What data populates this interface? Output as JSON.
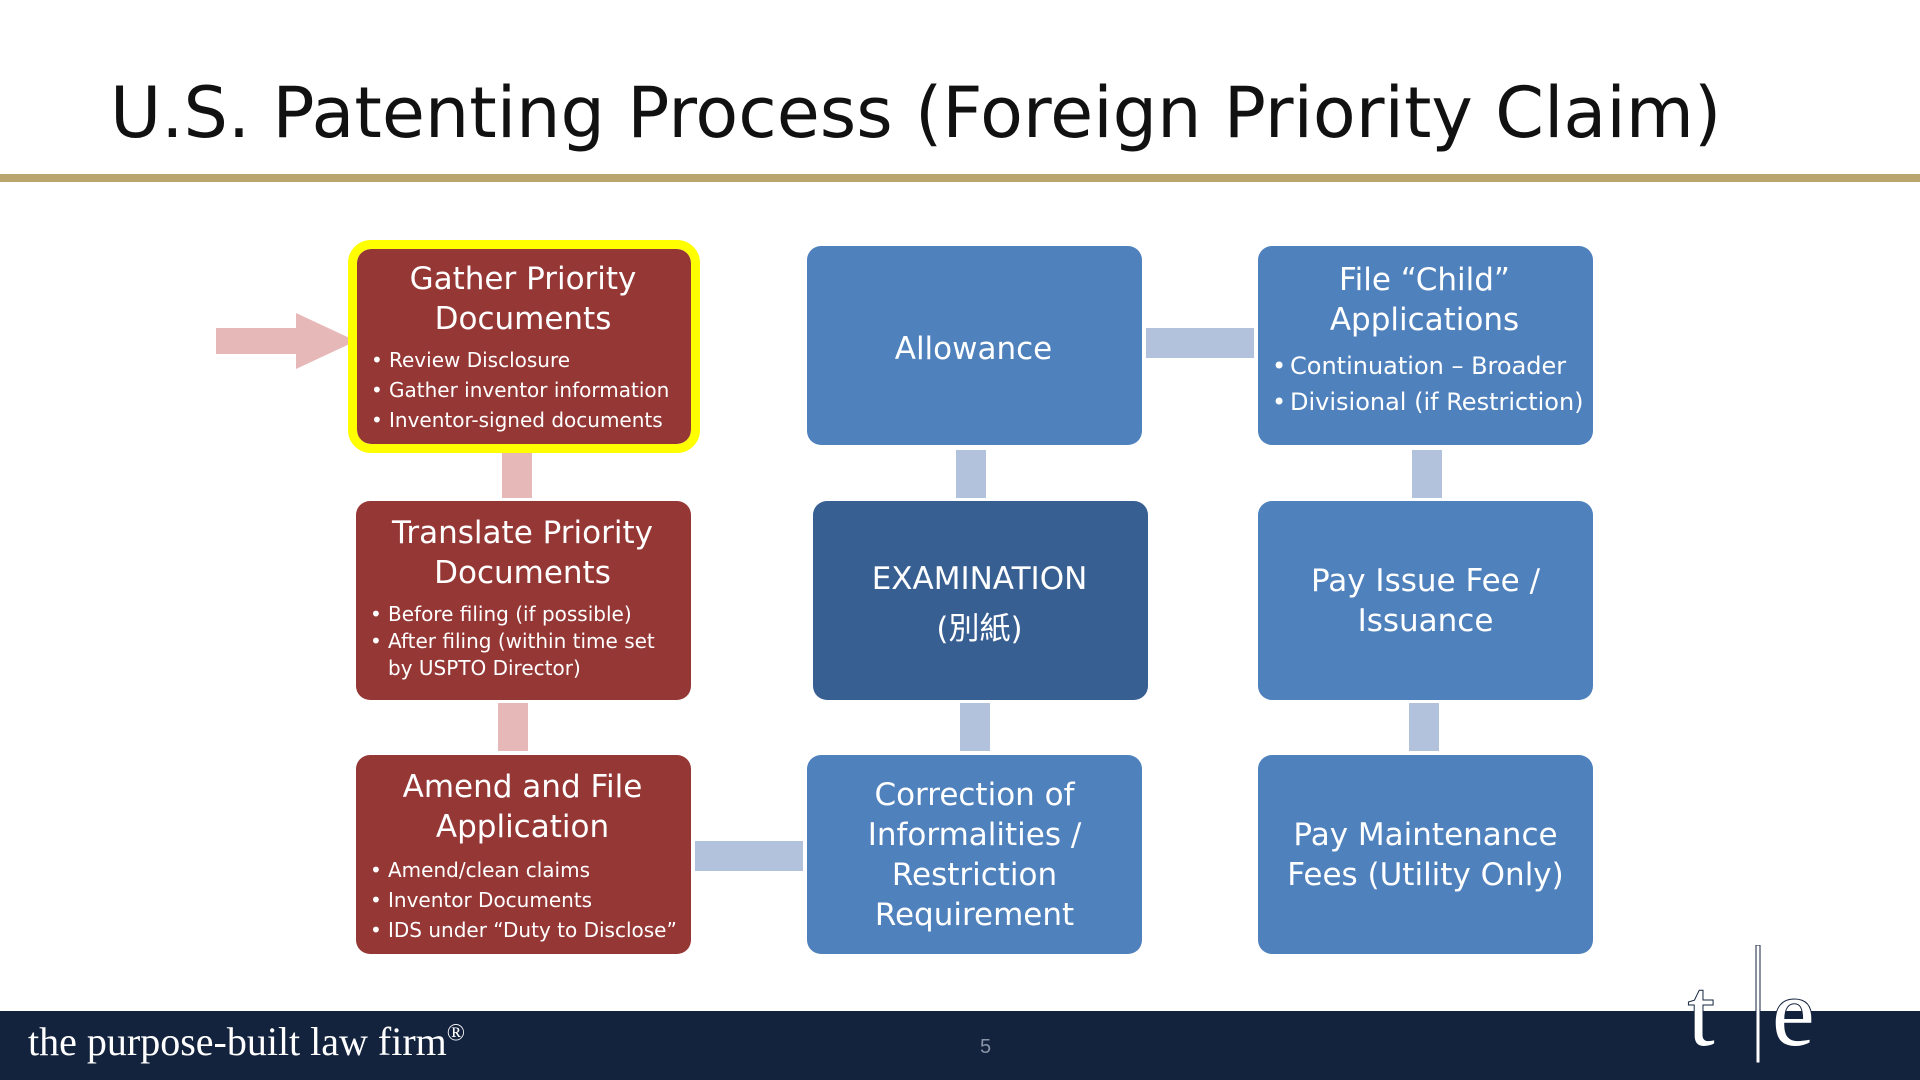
{
  "slide": {
    "title": "U.S. Patenting Process (Foreign Priority Claim)",
    "page_number": "5",
    "tagline": "the purpose-built law firm",
    "tagline_mark": "®",
    "logo_text": "t|e"
  },
  "colors": {
    "red_box": "#953735",
    "blue_box": "#4f81bd",
    "dark_box": "#375f92",
    "highlight": "#ffff00",
    "rule": "#b9a56d",
    "footer": "#13223d",
    "red_connector": "#e6b9b8",
    "blue_connector": "#b2c1dc"
  },
  "boxes": {
    "gather": {
      "title": "Gather Priority Documents",
      "bullets": [
        "Review Disclosure",
        "Gather inventor information",
        "Inventor-signed documents"
      ]
    },
    "translate": {
      "title": "Translate Priority Documents",
      "bullets": [
        "Before filing (if possible)",
        "After filing (within time set by USPTO Director)"
      ]
    },
    "amend": {
      "title": "Amend and File Application",
      "bullets": [
        "Amend/clean claims",
        "Inventor Documents",
        "IDS under “Duty to Disclose”"
      ]
    },
    "allowance": {
      "title": "Allowance"
    },
    "examination": {
      "title": "EXAMINATION",
      "subtitle": "(別紙)"
    },
    "correction": {
      "title": "Correction of Informalities / Restriction Requirement"
    },
    "child": {
      "title": "File “Child” Applications",
      "bullets": [
        "Continuation – Broader",
        "Divisional (if Restriction)"
      ]
    },
    "issue": {
      "title": "Pay Issue Fee / Issuance"
    },
    "maintenance": {
      "title": "Pay Maintenance Fees (Utility Only)"
    }
  }
}
